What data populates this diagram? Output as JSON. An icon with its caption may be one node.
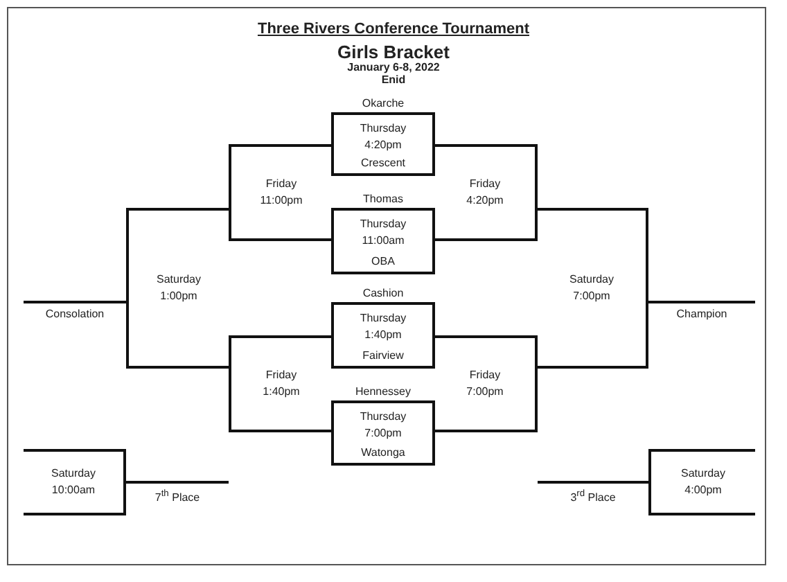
{
  "diagram": {
    "title": "Three Rivers Conference Tournament",
    "nodes": [
      {
        "text": [
          "Okarche",
          "Thursday 4:20pm",
          "Crescent"
        ]
      },
      {
        "text": [
          "Thomas",
          "Thursday 11:00am",
          "OBA"
        ]
      },
      {
        "text": [
          "Cashion",
          "Thursday 1:40pm",
          "Fairview"
        ]
      },
      {
        "text": [
          "Hennessey",
          "Thursday 7:00pm",
          "Watonga"
        ]
      },
      {
        "text": [
          "Friday 11:00pm"
        ]
      },
      {
        "text": [
          "Friday 4:20pm"
        ]
      },
      {
        "text": [
          "Friday 1:40pm"
        ]
      },
      {
        "text": [
          "Friday 7:00pm"
        ]
      },
      {
        "text": [
          "Saturday 1:00pm"
        ],
        "beside": [
          "Consolation"
        ]
      },
      {
        "text": [
          "Saturday 7:00pm"
        ],
        "beside": [
          "Champion"
        ]
      },
      {
        "text": [
          "Saturday 10:00am"
        ],
        "beside": [
          "7$^{th}$ Place"
        ]
      },
      {
        "text": [
          "Saturday 4:00pm"
        ],
        "beside": [
          "3$^{rd}$ Place"
        ]
      }
    ],
    "labels": [
      "Girls Bracket",
      "January 6-8, 2022",
      "Enid"
    ]
  }
}
